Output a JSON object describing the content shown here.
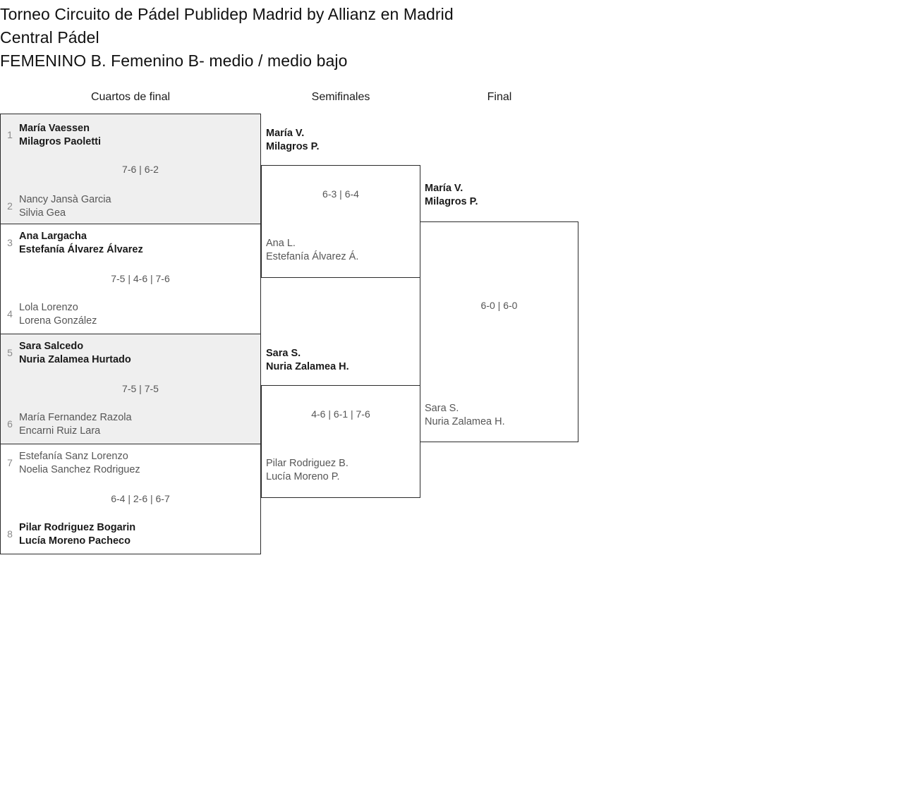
{
  "tournament": {
    "title_line_1": "Torneo Circuito de Pádel Publidep Madrid by Allianz en Madrid",
    "title_line_2": "Central Pádel",
    "title_line_3": "FEMENINO B. Femenino B- medio / medio bajo"
  },
  "rounds": {
    "quarterfinals_label": "Cuartos de final",
    "semifinals_label": "Semifinales",
    "final_label": "Final"
  },
  "colors": {
    "winner_text": "#1a1a1a",
    "loser_text": "#565656",
    "seed_text": "#8a8a8a",
    "shaded_row": "#efefef",
    "border": "#2b2b2b"
  },
  "quarterfinals": [
    {
      "score": "7-6 | 6-2",
      "top": {
        "seed": "1",
        "player1": "María Vaessen",
        "player2": "Milagros Paoletti",
        "winner": true
      },
      "bottom": {
        "seed": "2",
        "player1": "Nancy Jansà Garcia",
        "player2": "Silvia Gea",
        "winner": false
      }
    },
    {
      "score": "7-5 | 4-6 | 7-6",
      "top": {
        "seed": "3",
        "player1": "Ana Largacha",
        "player2": "Estefanía Álvarez Álvarez",
        "winner": true
      },
      "bottom": {
        "seed": "4",
        "player1": "Lola Lorenzo",
        "player2": "Lorena González",
        "winner": false
      }
    },
    {
      "score": "7-5 | 7-5",
      "top": {
        "seed": "5",
        "player1": "Sara Salcedo",
        "player2": "Nuria Zalamea Hurtado",
        "winner": true
      },
      "bottom": {
        "seed": "6",
        "player1": "María Fernandez Razola",
        "player2": "Encarni Ruiz Lara",
        "winner": false
      }
    },
    {
      "score": "6-4 | 2-6 | 6-7",
      "top": {
        "seed": "7",
        "player1": "Estefanía Sanz Lorenzo",
        "player2": "Noelia Sanchez Rodriguez",
        "winner": false
      },
      "bottom": {
        "seed": "8",
        "player1": "Pilar Rodriguez Bogarin",
        "player2": "Lucía Moreno Pacheco",
        "winner": true
      }
    }
  ],
  "semifinals": [
    {
      "score": "6-3 | 6-4",
      "top": {
        "player1": "María V.",
        "player2": "Milagros P.",
        "winner": true
      },
      "bottom": {
        "player1": "Ana L.",
        "player2": "Estefanía Álvarez Á.",
        "winner": false
      }
    },
    {
      "score": "4-6 | 6-1 | 7-6",
      "top": {
        "player1": "Sara S.",
        "player2": "Nuria Zalamea H.",
        "winner": true
      },
      "bottom": {
        "player1": "Pilar Rodriguez B.",
        "player2": "Lucía Moreno P.",
        "winner": false
      }
    }
  ],
  "final": {
    "score": "6-0 | 6-0",
    "top": {
      "player1": "María V.",
      "player2": "Milagros P.",
      "winner": true
    },
    "bottom": {
      "player1": "Sara S.",
      "player2": "Nuria Zalamea H.",
      "winner": false
    }
  }
}
